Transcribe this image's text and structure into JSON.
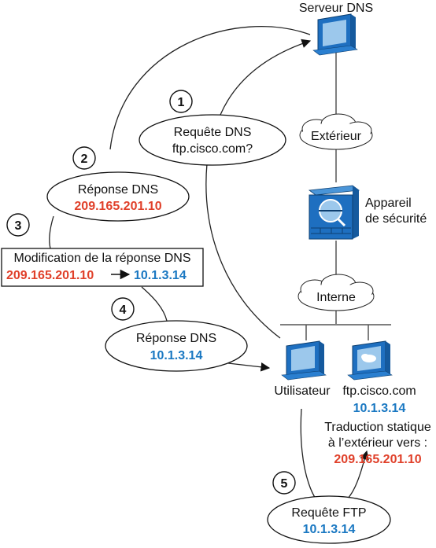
{
  "colors": {
    "red": "#e0402a",
    "blue": "#1a78c2",
    "device_blue": "#1e6fc0",
    "device_light": "#9cc8ec"
  },
  "icons": {
    "dns_server": "server-monitor-icon",
    "user": "workstation-icon",
    "ftp_server": "ftp-server-icon",
    "security_appliance": "firewall-appliance-icon",
    "cloud": "cloud-icon"
  },
  "nodes": {
    "dns_server": "Serveur DNS",
    "outside_cloud": "Extérieur",
    "security_appliance_line1": "Appareil",
    "security_appliance_line2": "de sécurité",
    "inside_cloud": "Interne",
    "user": "Utilisateur",
    "ftp_server": "ftp.cisco.com",
    "ftp_server_ip": "10.1.3.14",
    "static_nat_line1": "Traduction statique",
    "static_nat_line2": "à l’extérieur vers :",
    "static_nat_ip": "209.165.201.10"
  },
  "steps": [
    {
      "number": "1",
      "line1": "Requête DNS",
      "line2": "ftp.cisco.com?"
    },
    {
      "number": "2",
      "line1": "Réponse DNS",
      "line2": "209.165.201.10"
    },
    {
      "number": "3",
      "line1": "Modification de la réponse DNS",
      "from": "209.165.201.10",
      "to": "10.1.3.14"
    },
    {
      "number": "4",
      "line1": "Réponse DNS",
      "line2": "10.1.3.14"
    },
    {
      "number": "5",
      "line1": "Requête FTP",
      "line2": "10.1.3.14"
    }
  ]
}
